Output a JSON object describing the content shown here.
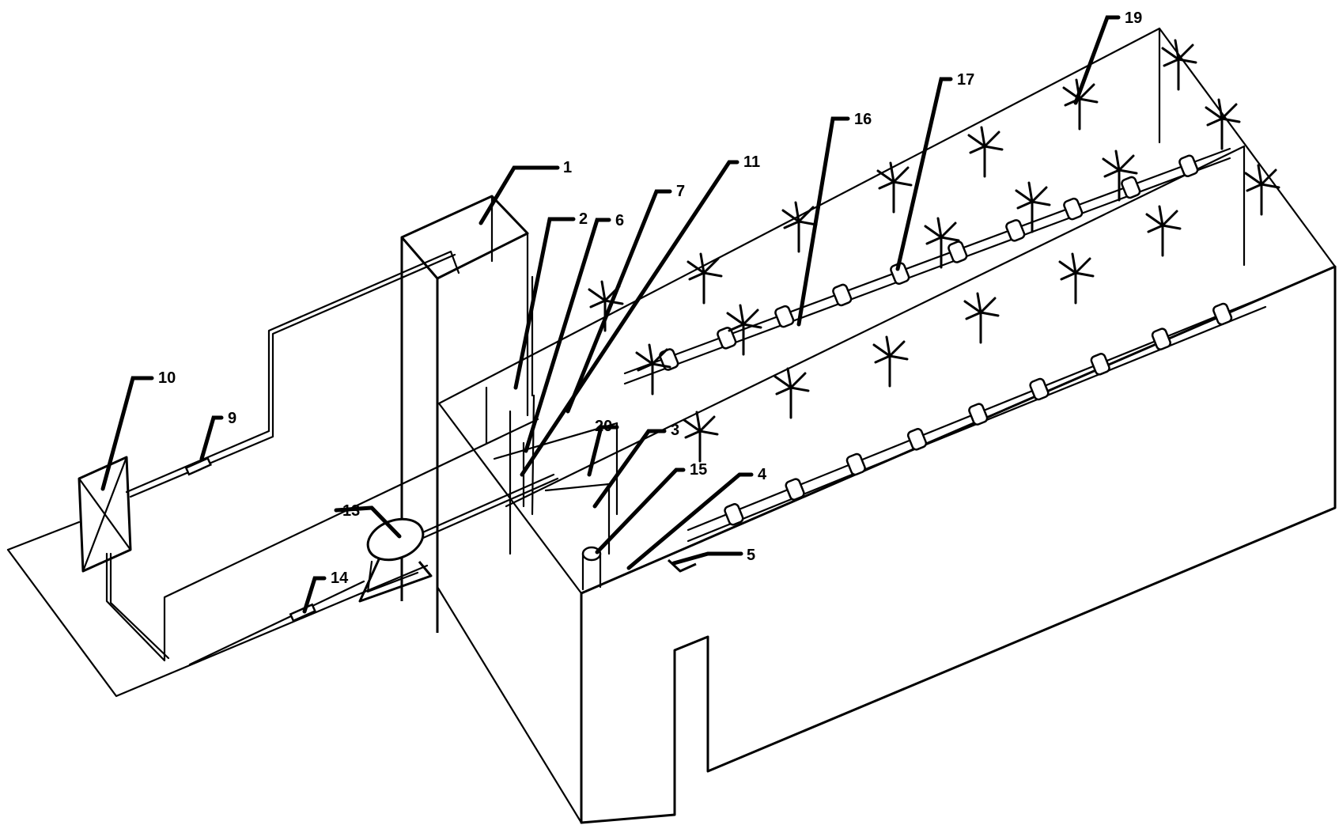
{
  "labels": [
    {
      "id": "1",
      "text": "1"
    },
    {
      "id": "2",
      "text": "2"
    },
    {
      "id": "3",
      "text": "3"
    },
    {
      "id": "4",
      "text": "4"
    },
    {
      "id": "5",
      "text": "5"
    },
    {
      "id": "6",
      "text": "6"
    },
    {
      "id": "7",
      "text": "7"
    },
    {
      "id": "9",
      "text": "9"
    },
    {
      "id": "10",
      "text": "10"
    },
    {
      "id": "11",
      "text": "11"
    },
    {
      "id": "13",
      "text": "13"
    },
    {
      "id": "14",
      "text": "14"
    },
    {
      "id": "15",
      "text": "15"
    },
    {
      "id": "16",
      "text": "16"
    },
    {
      "id": "17",
      "text": "17"
    },
    {
      "id": "19",
      "text": "19"
    },
    {
      "id": "20",
      "text": "20"
    }
  ]
}
